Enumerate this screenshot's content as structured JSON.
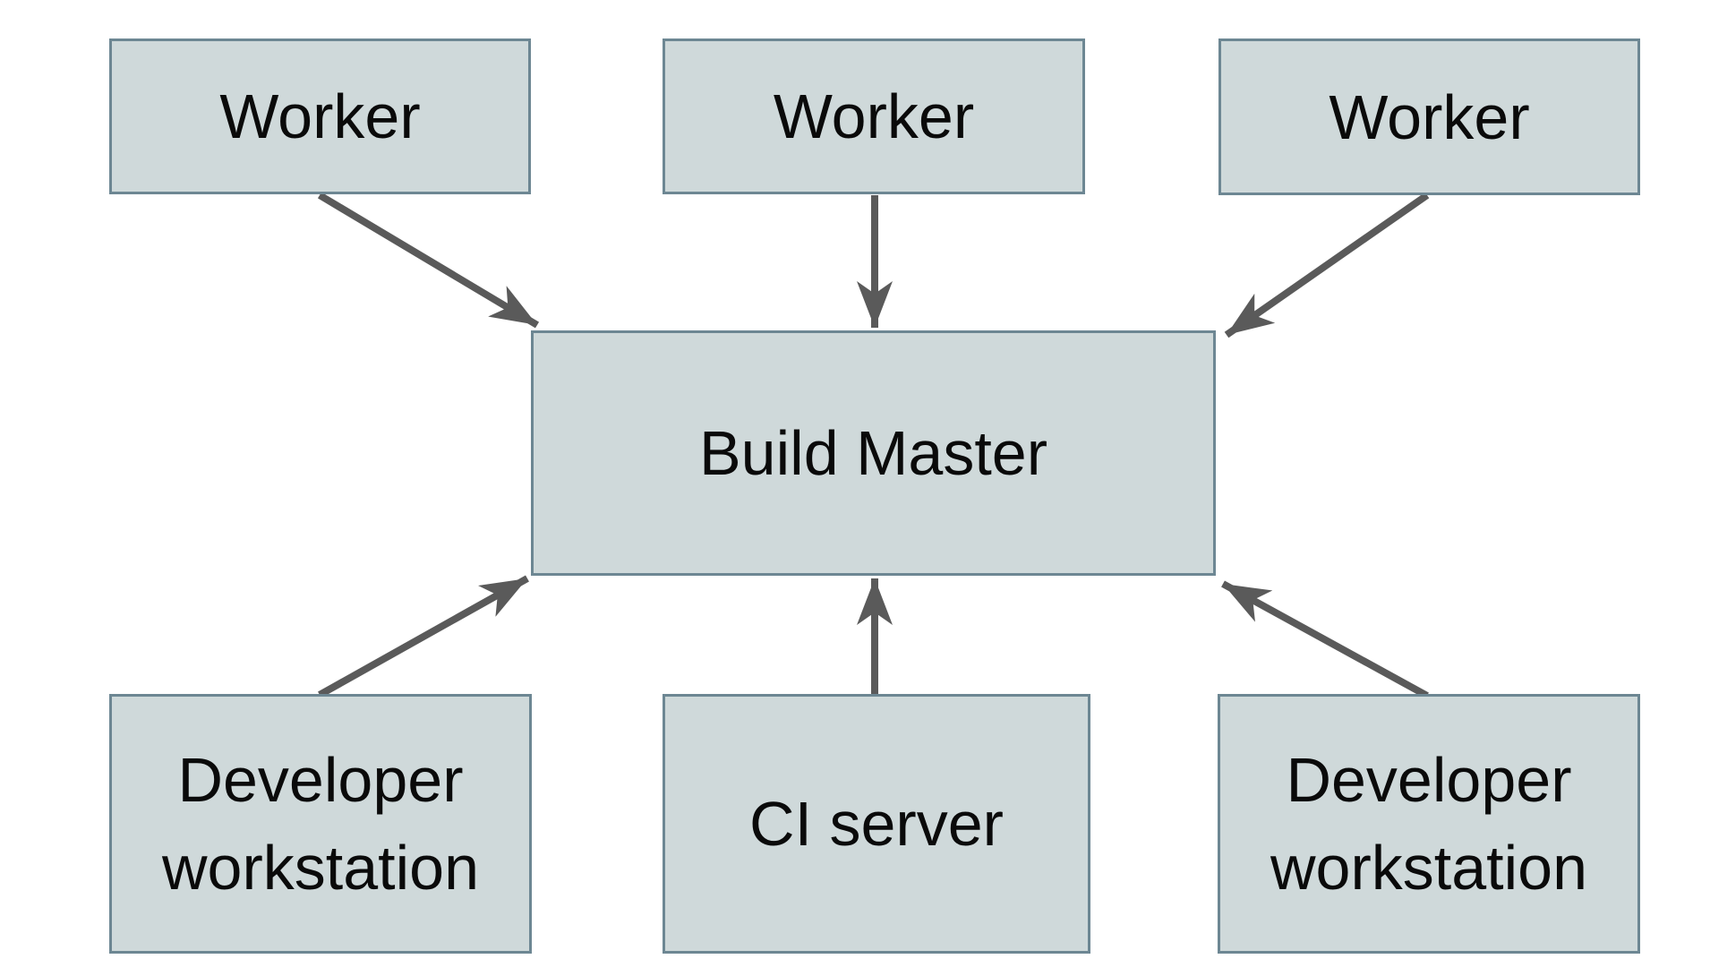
{
  "colors": {
    "background": "#ffffff",
    "node_fill": "#cfd9da",
    "node_border": "#6d8793",
    "arrow": "#5a5a5a",
    "label_text": "#0a0a0a"
  },
  "nodes": [
    {
      "id": "worker-1",
      "label": "Worker"
    },
    {
      "id": "worker-2",
      "label": "Worker"
    },
    {
      "id": "worker-3",
      "label": "Worker"
    },
    {
      "id": "build-master",
      "label": "Build Master"
    },
    {
      "id": "dev-workstation-left",
      "label": "Developer workstation"
    },
    {
      "id": "ci-server",
      "label": "CI server"
    },
    {
      "id": "dev-workstation-right",
      "label": "Developer workstation"
    }
  ],
  "edges": [
    {
      "from": "worker-1",
      "to": "build-master"
    },
    {
      "from": "worker-2",
      "to": "build-master"
    },
    {
      "from": "worker-3",
      "to": "build-master"
    },
    {
      "from": "dev-workstation-left",
      "to": "build-master"
    },
    {
      "from": "ci-server",
      "to": "build-master"
    },
    {
      "from": "dev-workstation-right",
      "to": "build-master"
    }
  ]
}
